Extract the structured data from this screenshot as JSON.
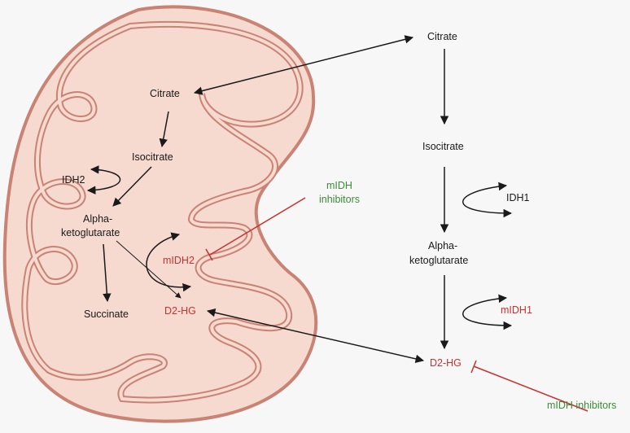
{
  "mito": {
    "citrate": "Citrate",
    "isocitrate": "Isocitrate",
    "idh2": "IDH2",
    "akg_line1": "Alpha-",
    "akg_line2": "ketoglutarate",
    "midh2": "mIDH2",
    "succinate": "Succinate",
    "d2hg": "D2-HG"
  },
  "inhibitor_mito": {
    "line1": "mIDH",
    "line2": "inhibitors"
  },
  "cyto": {
    "citrate": "Citrate",
    "isocitrate": "Isocitrate",
    "idh1": "IDH1",
    "akg_line1": "Alpha-",
    "akg_line2": "ketoglutarate",
    "midh1": "mIDH1",
    "d2hg": "D2-HG"
  },
  "inhibitor_cyto": {
    "label": "mIDH inhibitors"
  },
  "colors": {
    "membrane_fill": "#f6d9cf",
    "membrane_stroke": "#c98374",
    "mutant_red": "#c8312f",
    "inhibitor_green": "#3d8b3a"
  }
}
